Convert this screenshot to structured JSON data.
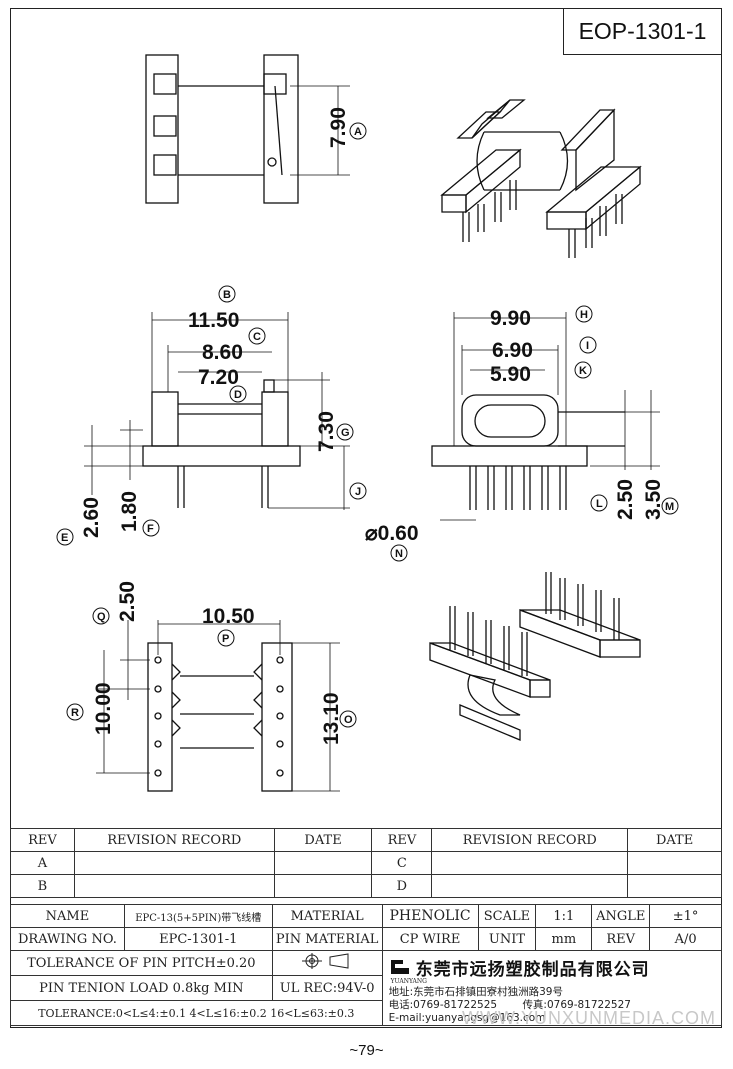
{
  "drawing_code": "EOP-1301-1",
  "page_number": "~79~",
  "dimensions": {
    "A": {
      "value": "7.90",
      "letter": "A"
    },
    "B": {
      "value": "11.50",
      "letter": "B"
    },
    "C": {
      "value": "8.60",
      "letter": "C"
    },
    "D": {
      "value": "7.20",
      "letter": "D"
    },
    "E": {
      "value": "2.60",
      "letter": "E"
    },
    "F": {
      "value": "1.80",
      "letter": "F"
    },
    "G": {
      "value": "7.30",
      "letter": "G"
    },
    "H": {
      "value": "9.90",
      "letter": "H"
    },
    "I": {
      "value": "6.90",
      "letter": "I"
    },
    "J": {
      "value": "",
      "letter": "J"
    },
    "K": {
      "value": "5.90",
      "letter": "K"
    },
    "L": {
      "value": "2.50",
      "letter": "L"
    },
    "M": {
      "value": "3.50",
      "letter": "M"
    },
    "N": {
      "value": "⌀0.60",
      "letter": "N"
    },
    "O": {
      "value": "13.10",
      "letter": "O"
    },
    "P": {
      "value": "10.50",
      "letter": "P"
    },
    "Q": {
      "value": "2.50",
      "letter": "Q"
    },
    "R": {
      "value": "10.00",
      "letter": "R"
    }
  },
  "revision_table": {
    "headers": [
      "REV",
      "REVISION RECORD",
      "DATE",
      "REV",
      "REVISION RECORD",
      "DATE"
    ],
    "rows": [
      [
        "A",
        "",
        "",
        "C",
        "",
        ""
      ],
      [
        "B",
        "",
        "",
        "D",
        "",
        ""
      ]
    ]
  },
  "spec_table": {
    "name_label": "NAME",
    "name_value": "EPC-13(5+5PIN)带飞线槽",
    "material_label": "MATERIAL",
    "material_value": "PHENOLIC",
    "scale_label": "SCALE",
    "scale_value": "1:1",
    "angle_label": "ANGLE",
    "angle_value": "±1°",
    "drawing_no_label": "DRAWING NO.",
    "drawing_no_value": "EPC-1301-1",
    "pin_material_label": "PIN MATERIAL",
    "pin_material_value": "CP WIRE",
    "unit_label": "UNIT",
    "unit_value": "mm",
    "rev_label": "REV",
    "rev_value": "A/0",
    "tolerance_pitch": "TOLERANCE OF PIN PITCH±0.20",
    "pin_tension": "PIN TENION LOAD 0.8kg MIN",
    "ul_rec": "UL REC:94V-0",
    "tolerance_general": "TOLERANCE:0<L≤4:±0.1  4<L≤16:±0.2  16<L≤63:±0.3",
    "company_name": "东莞市远扬塑胶制品有限公司",
    "logo_text": "YUANYANG",
    "address": "地址:东莞市石排镇田寮村独洲路39号",
    "phone": "电话:0769-81722525",
    "fax": "传真:0769-81722527",
    "email": "E-mail:yuanyangsg@163.com"
  },
  "watermark": "WWW.YUNXUNMEDIA.COM"
}
